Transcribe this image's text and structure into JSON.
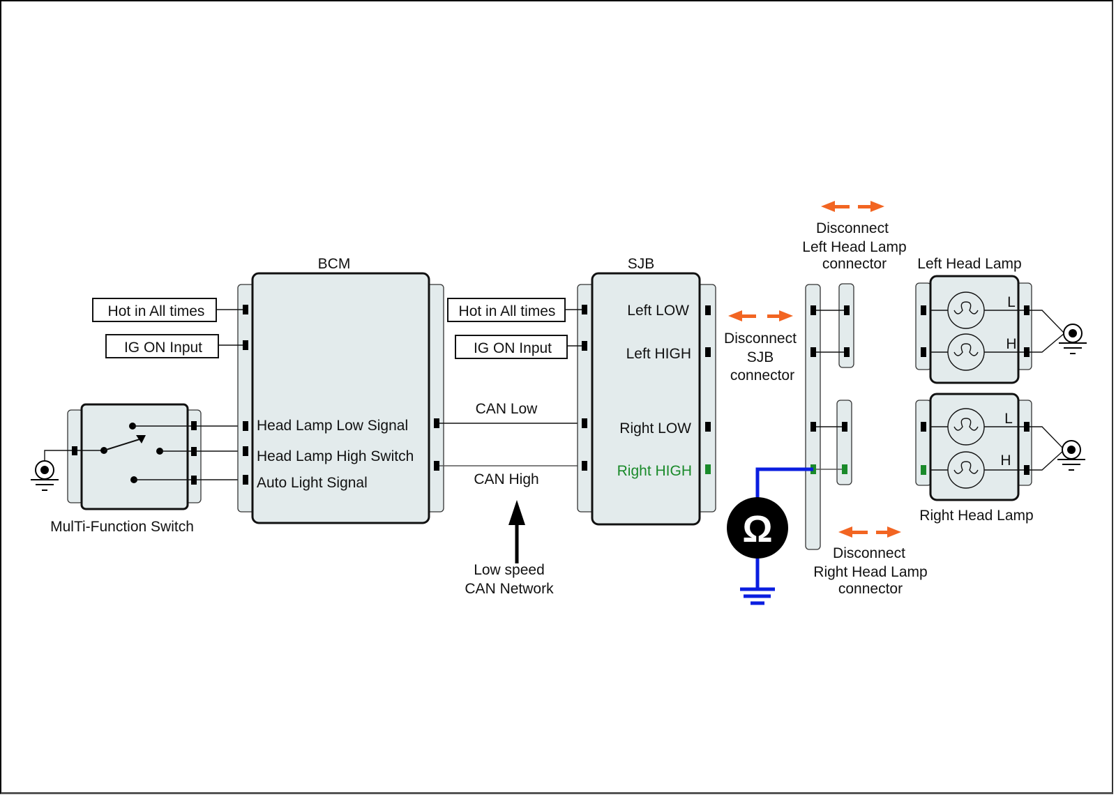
{
  "diagram": {
    "colors": {
      "module_fill": "#e3ebec",
      "highlight_green": "#1a8a2a",
      "meter_wire_blue": "#0a1ee0",
      "disconnect_arrow_orange": "#f26522"
    },
    "multi_function_switch": {
      "label": "MulTi-Function Switch"
    },
    "bcm": {
      "title": "BCM",
      "inputs": [
        "Hot in All times",
        "IG ON Input"
      ],
      "pins": [
        "Head Lamp Low Signal",
        "Head Lamp High Switch",
        "Auto Light Signal"
      ]
    },
    "can_bus": {
      "low_label": "CAN Low",
      "high_label": "CAN High",
      "network_label_line1": "Low speed",
      "network_label_line2": "CAN Network"
    },
    "sjb": {
      "title": "SJB",
      "inputs": [
        "Hot in All times",
        "IG ON Input"
      ],
      "outputs": [
        "Left LOW",
        "Left HIGH",
        "Right LOW",
        "Right HIGH"
      ],
      "highlighted_output": "Right HIGH"
    },
    "disconnect_sjb": {
      "line1": "Disconnect",
      "line2": "SJB",
      "line3": "connector"
    },
    "disconnect_left": {
      "line1": "Disconnect",
      "line2": "Left Head Lamp",
      "line3": "connector"
    },
    "disconnect_right": {
      "line1": "Disconnect",
      "line2": "Right Head Lamp",
      "line3": "connector"
    },
    "left_head_lamp": {
      "title": "Left Head Lamp",
      "bulb_low": "L",
      "bulb_high": "H"
    },
    "right_head_lamp": {
      "title": "Right Head Lamp",
      "bulb_low": "L",
      "bulb_high": "H"
    },
    "ohmmeter": {
      "symbol": "Ω"
    }
  }
}
